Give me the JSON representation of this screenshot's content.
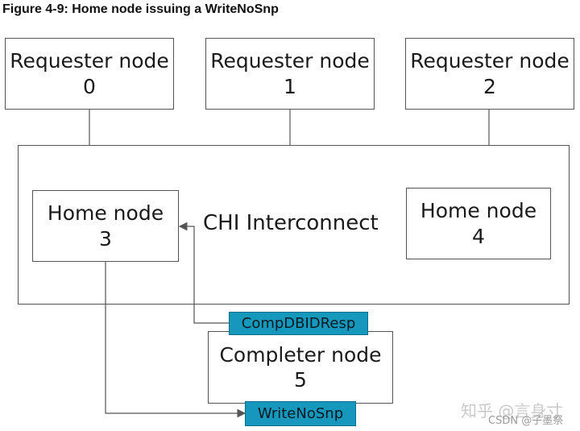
{
  "figure": {
    "caption": "Figure 4-9: Home node issuing a WriteNoSnp"
  },
  "requesters": [
    {
      "line1": "Requester node",
      "line2": "0"
    },
    {
      "line1": "Requester node",
      "line2": "1"
    },
    {
      "line1": "Requester node",
      "line2": "2"
    }
  ],
  "interconnect": {
    "label": "CHI Interconnect"
  },
  "home_nodes": [
    {
      "line1": "Home node",
      "line2": "3"
    },
    {
      "line1": "Home node",
      "line2": "4"
    }
  ],
  "completer": {
    "line1": "Completer node",
    "line2": "5"
  },
  "messages": {
    "response": "CompDBIDResp",
    "request": "WriteNoSnp"
  },
  "colors": {
    "message_fill": "#1698bd",
    "line": "#555555"
  },
  "watermark": {
    "zhihu": "知乎 @言身寸",
    "csdn": "CSDN @子墨祭"
  }
}
